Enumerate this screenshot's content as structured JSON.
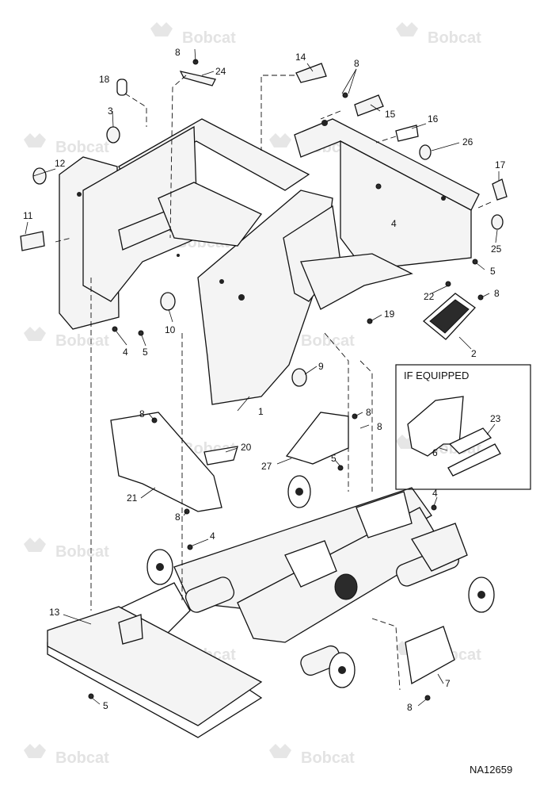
{
  "watermark_text": "Bobcat",
  "drawing_number": "NA12659",
  "if_equipped_label": "IF EQUIPPED",
  "callouts": {
    "c1": "1",
    "c2": "2",
    "c3": "3",
    "c4a": "4",
    "c4b": "4",
    "c4c": "4",
    "c4d": "4",
    "c5a": "5",
    "c5b": "5",
    "c5c": "5",
    "c5d": "5",
    "c6": "6",
    "c7": "7",
    "c8a": "8",
    "c8b": "8",
    "c8c": "8",
    "c8d": "8",
    "c8e": "8",
    "c8f": "8",
    "c8g": "8",
    "c9": "9",
    "c10": "10",
    "c11": "11",
    "c12": "12",
    "c13": "13",
    "c14": "14",
    "c15": "15",
    "c16": "16",
    "c17": "17",
    "c18": "18",
    "c19": "19",
    "c20": "20",
    "c21": "21",
    "c22": "22",
    "c23": "23",
    "c24": "24",
    "c25": "25",
    "c26": "26",
    "c27": "27"
  }
}
